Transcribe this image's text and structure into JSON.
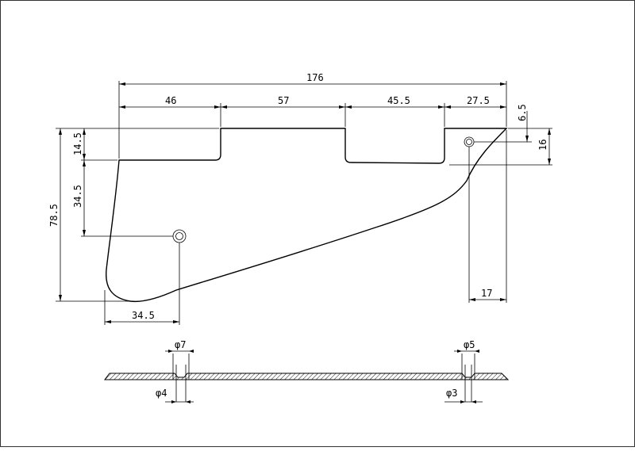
{
  "drawing": {
    "overall_width": "176",
    "top_seg_1": "46",
    "top_seg_2": "57",
    "top_seg_3": "45.5",
    "top_seg_4": "27.5",
    "right_step": "6.5",
    "right_height": "16",
    "left_step": "14.5",
    "hole_left_height": "34.5",
    "overall_height": "78.5",
    "bottom_left_offset": "34.5",
    "bottom_right_offset": "17",
    "dia_7": "φ7",
    "dia_4": "φ4",
    "dia_5": "φ5",
    "dia_3": "φ3"
  },
  "colors": {
    "line": "#000000",
    "background": "#ffffff",
    "hatch": "#000000"
  }
}
